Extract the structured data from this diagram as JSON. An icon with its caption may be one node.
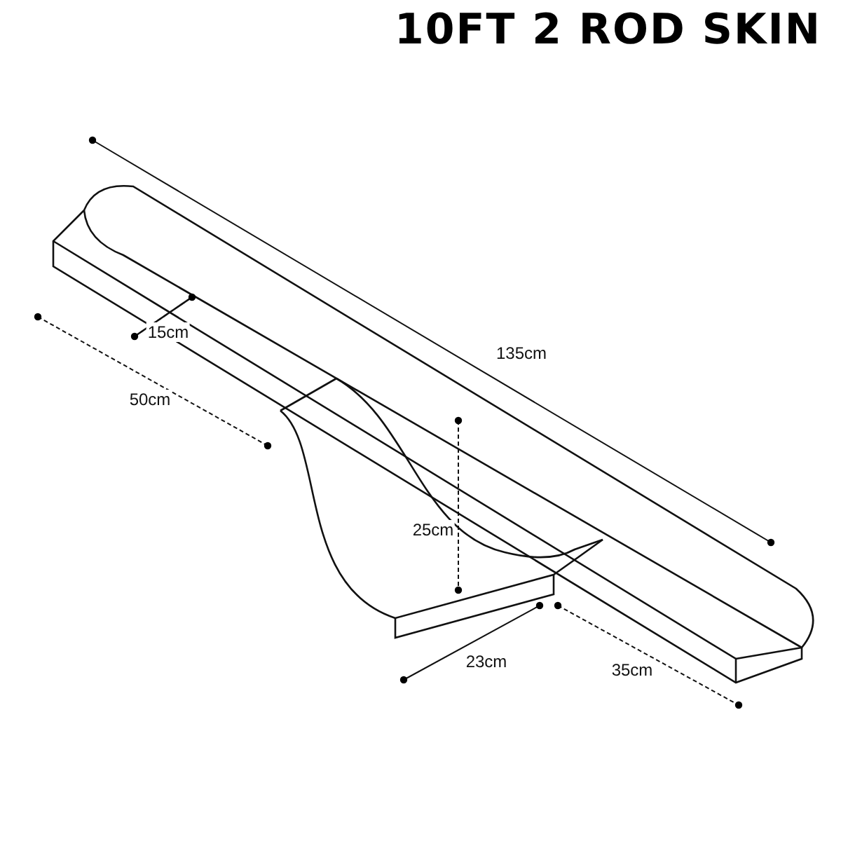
{
  "diagram": {
    "title": "10FT 2 ROD SKIN",
    "labels": [
      "15cm",
      "135cm",
      "50cm",
      "25cm",
      "23cm",
      "35cm"
    ]
  }
}
